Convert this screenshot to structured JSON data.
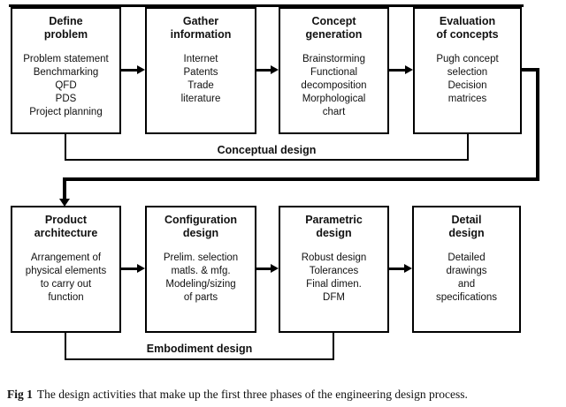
{
  "diagram": {
    "top_row": [
      {
        "title": "Define\nproblem",
        "body": "Problem statement\nBenchmarking\nQFD\nPDS\nProject planning"
      },
      {
        "title": "Gather\ninformation",
        "body": "Internet\nPatents\nTrade\nliterature"
      },
      {
        "title": "Concept\ngeneration",
        "body": "Brainstorming\nFunctional\ndecomposition\nMorphological\nchart"
      },
      {
        "title": "Evaluation\nof concepts",
        "body": "Pugh concept\nselection\nDecision\nmatrices"
      }
    ],
    "bottom_row": [
      {
        "title": "Product\narchitecture",
        "body": "Arrangement of\nphysical elements\nto carry out\nfunction"
      },
      {
        "title": "Configuration\ndesign",
        "body": "Prelim. selection\nmatls. & mfg.\nModeling/sizing\nof parts"
      },
      {
        "title": "Parametric\ndesign",
        "body": "Robust design\nTolerances\nFinal dimen.\nDFM"
      },
      {
        "title": "Detail\ndesign",
        "body": "Detailed\ndrawings\nand\nspecifications"
      }
    ],
    "top_bracket_label": "Conceptual design",
    "bottom_bracket_label": "Embodiment design",
    "icons": {
      "flow_arrow": "arrow-right-icon",
      "feedback_arrow": "feedback-arrow-down-icon"
    }
  },
  "caption": {
    "label": "Fig 1",
    "text": "The design activities that make up the first three phases of the engineering design process."
  },
  "colors": {
    "line": "#000000",
    "background": "#ffffff",
    "text": "#111111"
  }
}
